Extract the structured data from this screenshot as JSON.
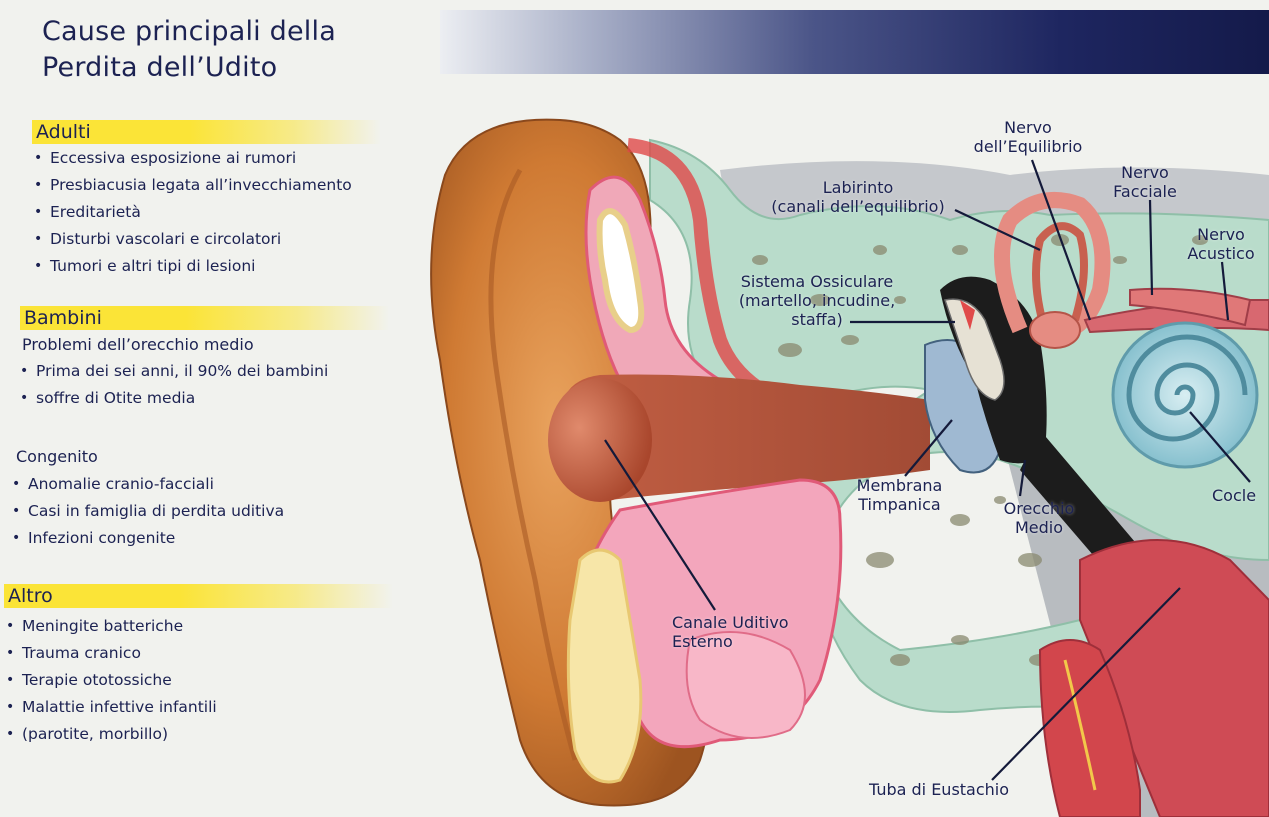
{
  "title": {
    "line1": "Cause principali della",
    "line2": "Perdita dell’Udito"
  },
  "sections": {
    "adulti": {
      "heading": "Adulti",
      "items": [
        "Eccessiva esposizione ai rumori",
        "Presbiacusia legata all’invecchiamento",
        "Ereditarietà",
        "Disturbi vascolari e circolatori",
        "Tumori e altri tipi di lesioni"
      ]
    },
    "bambini": {
      "heading": "Bambini",
      "subheading": "Problemi dell’orecchio medio",
      "item_line1": "Prima dei sei anni, il 90% dei bambini",
      "item_line2": "soffre di Otite media"
    },
    "congenito": {
      "heading": "Congenito",
      "items": [
        "Anomalie cranio-facciali",
        "Casi in famiglia di perdita uditiva",
        "Infezioni congenite"
      ]
    },
    "altro": {
      "heading": "Altro",
      "items": [
        "Meningite batteriche",
        "Trauma cranico",
        "Terapie ototossiche",
        "Malattie infettive infantili"
      ],
      "last_line2": "(parotite, morbillo)"
    }
  },
  "labels": {
    "nervo_equilibrio": {
      "line1": "Nervo",
      "line2": "dell’Equilibrio"
    },
    "labirinto": {
      "line1": "Labirinto",
      "line2": "(canali dell’equilibrio)"
    },
    "nervo_facciale": {
      "line1": "Nervo",
      "line2": "Facciale"
    },
    "nervo_acustico": {
      "line1": "Nervo",
      "line2": "Acustico"
    },
    "sistema_ossiculare": {
      "line1": "Sistema Ossiculare",
      "line2": "(martello, incudine,",
      "line3": "staffa)"
    },
    "membrana": {
      "line1": "Membrana",
      "line2": "Timpanica"
    },
    "orecchio_medio": {
      "line1": "Orecchio",
      "line2": "Medio"
    },
    "coclea": "Cocle",
    "canale": {
      "line1": "Canale Uditivo",
      "line2": "Esterno"
    },
    "tuba": "Tuba di Eustachio"
  },
  "colors": {
    "heading_bg": "#fbe437",
    "text": "#1c2252",
    "banner_dark": "#141a4a"
  }
}
